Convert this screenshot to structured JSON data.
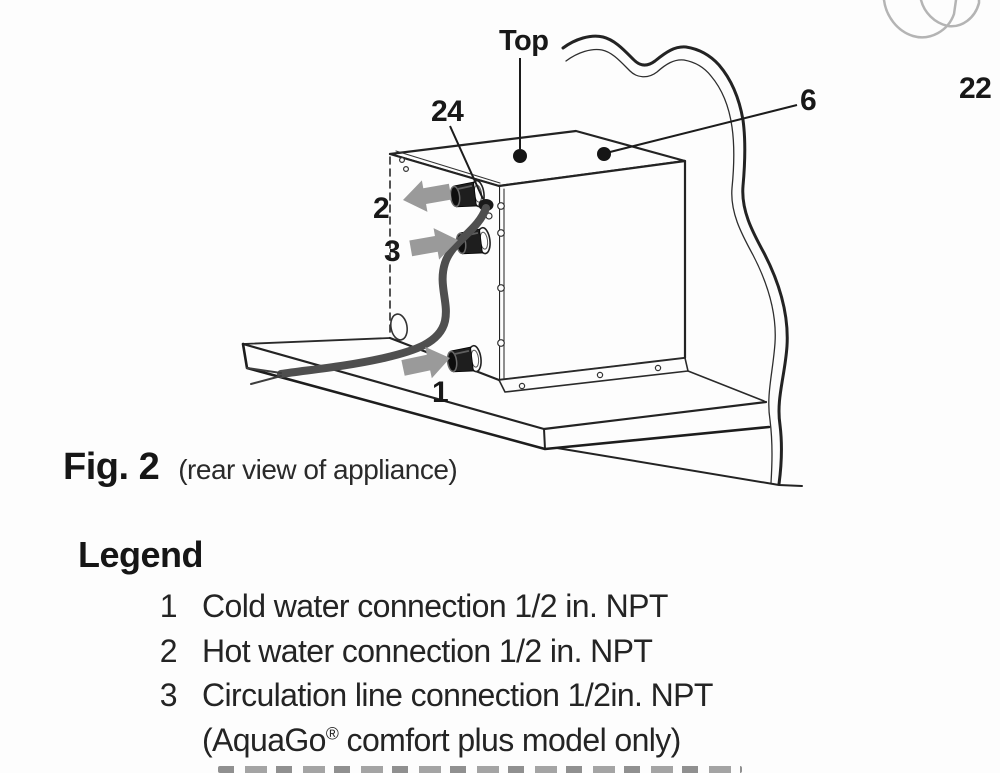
{
  "figure": {
    "callouts": {
      "top": "Top",
      "n24": "24",
      "n6": "6",
      "n22": "22",
      "n2": "2",
      "n3": "3",
      "n1": "1"
    },
    "caption": {
      "fig": "Fig. 2",
      "desc": "(rear view of appliance)"
    }
  },
  "legend": {
    "title": "Legend",
    "items": [
      {
        "num": "1",
        "text": "Cold water connection 1/2 in. NPT"
      },
      {
        "num": "2",
        "text": "Hot water connection 1/2 in. NPT"
      },
      {
        "num": "3",
        "text": "Circulation line connection 1/2in. NPT"
      }
    ],
    "continuation": {
      "pre": "(AquaGo",
      "sup": "®",
      "post": " comfort plus model only)"
    }
  },
  "colors": {
    "line": "#232323",
    "arrow": "#9a9a9a",
    "hose": "#4f4f4f",
    "dot": "#151515",
    "ring": "#b4b4b4"
  }
}
